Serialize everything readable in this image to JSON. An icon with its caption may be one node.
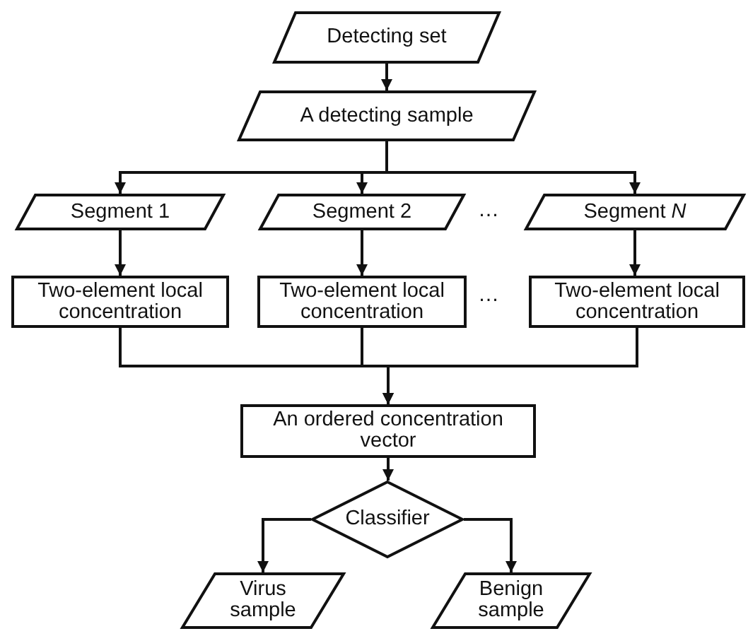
{
  "diagram": {
    "nodes": [
      {
        "text": [
          "Detecting set"
        ]
      },
      {
        "text": [
          "A detecting sample"
        ]
      },
      {
        "text": [
          "Segment 1"
        ]
      },
      {
        "text": [
          "Segment 2"
        ]
      },
      {
        "text": [
          "Segment *N*"
        ]
      },
      {
        "text": [
          "Two-element local concentration"
        ]
      },
      {
        "text": [
          "Two-element local concentration"
        ]
      },
      {
        "text": [
          "Two-element local concentration"
        ]
      },
      {
        "text": [
          "An ordered concentration vector"
        ]
      },
      {
        "text": [
          "Classifier"
        ]
      },
      {
        "text": [
          "Virus sample"
        ]
      },
      {
        "text": [
          "Benign sample"
        ]
      }
    ],
    "edges": [
      {
        "from": 0,
        "to": 1,
        "arrow": "to"
      },
      {
        "from": 1,
        "to": 2,
        "arrow": "to"
      },
      {
        "from": 1,
        "to": 3,
        "arrow": "to"
      },
      {
        "from": 1,
        "to": 4,
        "arrow": "to"
      },
      {
        "from": 2,
        "to": 5,
        "arrow": "to"
      },
      {
        "from": 3,
        "to": 6,
        "arrow": "to"
      },
      {
        "from": 4,
        "to": 7,
        "arrow": "to"
      },
      {
        "from": 5,
        "to": 8,
        "arrow": "to"
      },
      {
        "from": 6,
        "to": 8,
        "arrow": "to"
      },
      {
        "from": 7,
        "to": 8,
        "arrow": "to"
      },
      {
        "from": 8,
        "to": 9,
        "arrow": "to"
      },
      {
        "from": 9,
        "to": 10,
        "arrow": "to"
      },
      {
        "from": 9,
        "to": 11,
        "arrow": "to"
      }
    ],
    "labels": [
      "…",
      "…"
    ]
  }
}
